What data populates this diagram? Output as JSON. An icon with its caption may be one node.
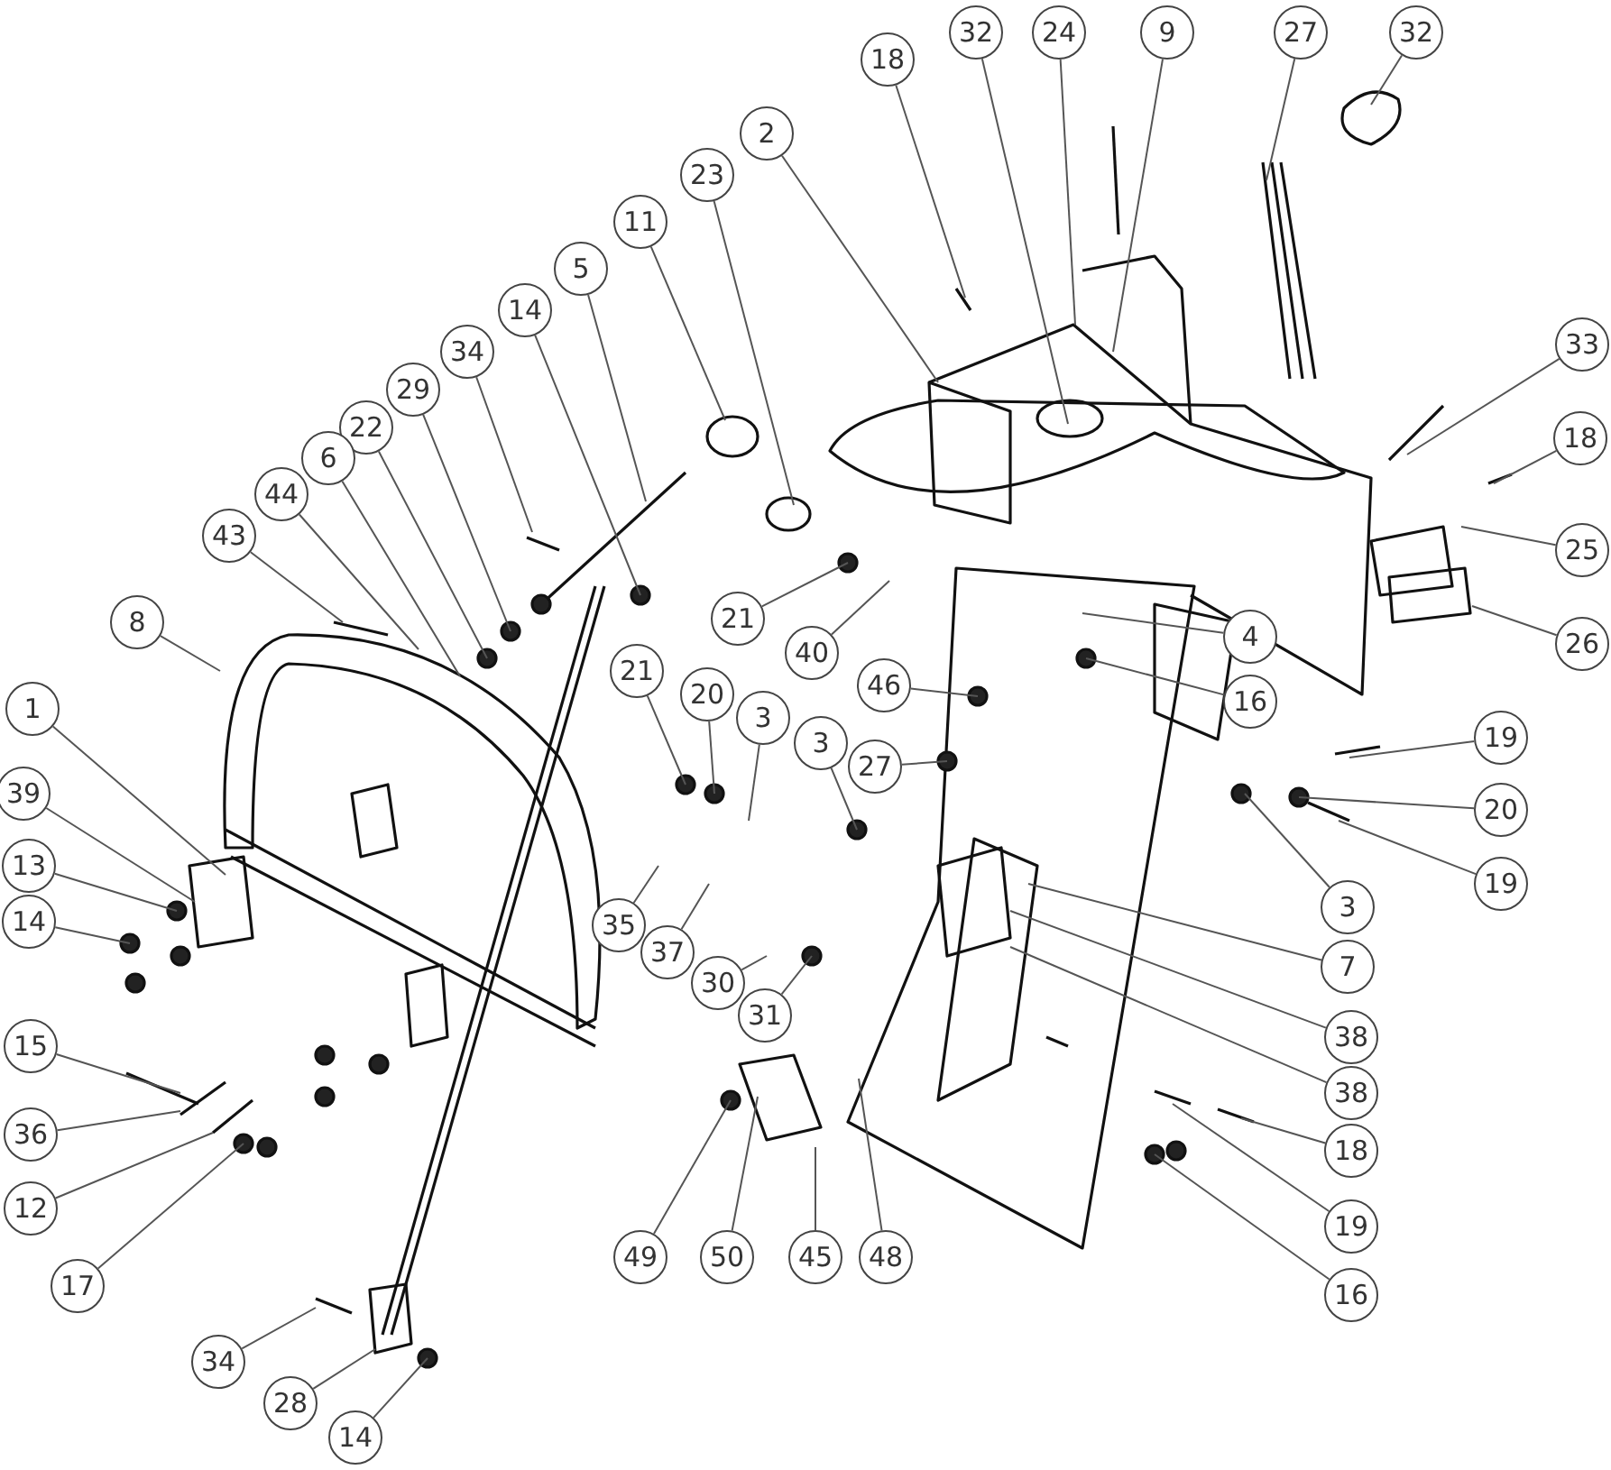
{
  "diagram": {
    "nodes": [
      {
        "text": [
          "18"
        ]
      },
      {
        "text": [
          "32"
        ]
      },
      {
        "text": [
          "24"
        ]
      },
      {
        "text": [
          "9"
        ]
      },
      {
        "text": [
          "27"
        ]
      },
      {
        "text": [
          "32"
        ]
      },
      {
        "text": [
          "2"
        ]
      },
      {
        "text": [
          "23"
        ]
      },
      {
        "text": [
          "11"
        ]
      },
      {
        "text": [
          "5"
        ]
      },
      {
        "text": [
          "14"
        ]
      },
      {
        "text": [
          "34"
        ]
      },
      {
        "text": [
          "33"
        ]
      },
      {
        "text": [
          "29"
        ]
      },
      {
        "text": [
          "22"
        ]
      },
      {
        "text": [
          "6"
        ]
      },
      {
        "text": [
          "18"
        ]
      },
      {
        "text": [
          "44"
        ]
      },
      {
        "text": [
          "43"
        ]
      },
      {
        "text": [
          "25"
        ]
      },
      {
        "text": [
          "21"
        ]
      },
      {
        "text": [
          "40"
        ]
      },
      {
        "text": [
          "26"
        ]
      },
      {
        "text": [
          "4"
        ]
      },
      {
        "text": [
          "8"
        ]
      },
      {
        "text": [
          "16"
        ]
      },
      {
        "text": [
          "46"
        ]
      },
      {
        "text": [
          "21"
        ]
      },
      {
        "text": [
          "20"
        ]
      },
      {
        "text": [
          "1"
        ]
      },
      {
        "text": [
          "3"
        ]
      },
      {
        "text": [
          "3"
        ]
      },
      {
        "text": [
          "27"
        ]
      },
      {
        "text": [
          "19"
        ]
      },
      {
        "text": [
          "20"
        ]
      },
      {
        "text": [
          "39"
        ]
      },
      {
        "text": [
          "19"
        ]
      },
      {
        "text": [
          "3"
        ]
      },
      {
        "text": [
          "13"
        ]
      },
      {
        "text": [
          "14"
        ]
      },
      {
        "text": [
          "7"
        ]
      },
      {
        "text": [
          "35"
        ]
      },
      {
        "text": [
          "37"
        ]
      },
      {
        "text": [
          "30"
        ]
      },
      {
        "text": [
          "31"
        ]
      },
      {
        "text": [
          "38"
        ]
      },
      {
        "text": [
          "15"
        ]
      },
      {
        "text": [
          "38"
        ]
      },
      {
        "text": [
          "18"
        ]
      },
      {
        "text": [
          "36"
        ]
      },
      {
        "text": [
          "12"
        ]
      },
      {
        "text": [
          "19"
        ]
      },
      {
        "text": [
          "49"
        ]
      },
      {
        "text": [
          "50"
        ]
      },
      {
        "text": [
          "45"
        ]
      },
      {
        "text": [
          "48"
        ]
      },
      {
        "text": [
          "17"
        ]
      },
      {
        "text": [
          "16"
        ]
      },
      {
        "text": [
          "34"
        ]
      },
      {
        "text": [
          "28"
        ]
      },
      {
        "text": [
          "14"
        ]
      }
    ],
    "edges": [
      {
        "from": 0,
        "to": null,
        "arrow": "none"
      },
      {
        "from": 1,
        "to": null,
        "arrow": "none"
      },
      {
        "from": 2,
        "to": null,
        "arrow": "none"
      },
      {
        "from": 3,
        "to": null,
        "arrow": "none"
      },
      {
        "from": 4,
        "to": null,
        "arrow": "none"
      },
      {
        "from": 5,
        "to": null,
        "arrow": "none"
      },
      {
        "from": 6,
        "to": null,
        "arrow": "none"
      },
      {
        "from": 7,
        "to": null,
        "arrow": "none"
      },
      {
        "from": 8,
        "to": null,
        "arrow": "none"
      },
      {
        "from": 9,
        "to": null,
        "arrow": "none"
      },
      {
        "from": 10,
        "to": null,
        "arrow": "none"
      },
      {
        "from": 11,
        "to": null,
        "arrow": "none"
      },
      {
        "from": 12,
        "to": null,
        "arrow": "none"
      },
      {
        "from": 13,
        "to": null,
        "arrow": "none"
      },
      {
        "from": 14,
        "to": null,
        "arrow": "none"
      },
      {
        "from": 15,
        "to": null,
        "arrow": "none"
      },
      {
        "from": 16,
        "to": null,
        "arrow": "none"
      },
      {
        "from": 17,
        "to": null,
        "arrow": "none"
      },
      {
        "from": 18,
        "to": null,
        "arrow": "none"
      },
      {
        "from": 19,
        "to": null,
        "arrow": "none"
      },
      {
        "from": 20,
        "to": null,
        "arrow": "none"
      },
      {
        "from": 21,
        "to": null,
        "arrow": "none"
      },
      {
        "from": 22,
        "to": null,
        "arrow": "none"
      },
      {
        "from": 23,
        "to": null,
        "arrow": "none"
      },
      {
        "from": 24,
        "to": null,
        "arrow": "none"
      },
      {
        "from": 25,
        "to": null,
        "arrow": "none"
      },
      {
        "from": 26,
        "to": null,
        "arrow": "none"
      },
      {
        "from": 27,
        "to": null,
        "arrow": "none"
      },
      {
        "from": 28,
        "to": null,
        "arrow": "none"
      },
      {
        "from": 29,
        "to": null,
        "arrow": "none"
      },
      {
        "from": 30,
        "to": null,
        "arrow": "none"
      },
      {
        "from": 31,
        "to": null,
        "arrow": "none"
      },
      {
        "from": 32,
        "to": null,
        "arrow": "none"
      },
      {
        "from": 33,
        "to": null,
        "arrow": "none"
      },
      {
        "from": 34,
        "to": null,
        "arrow": "none"
      },
      {
        "from": 35,
        "to": null,
        "arrow": "none"
      },
      {
        "from": 36,
        "to": null,
        "arrow": "none"
      },
      {
        "from": 37,
        "to": null,
        "arrow": "none"
      },
      {
        "from": 38,
        "to": null,
        "arrow": "none"
      },
      {
        "from": 39,
        "to": null,
        "arrow": "none"
      },
      {
        "from": 40,
        "to": null,
        "arrow": "none"
      },
      {
        "from": 41,
        "to": null,
        "arrow": "none"
      },
      {
        "from": 42,
        "to": null,
        "arrow": "none"
      },
      {
        "from": 43,
        "to": null,
        "arrow": "none"
      },
      {
        "from": 44,
        "to": null,
        "arrow": "none"
      },
      {
        "from": 45,
        "to": null,
        "arrow": "none"
      },
      {
        "from": 46,
        "to": null,
        "arrow": "none"
      },
      {
        "from": 47,
        "to": null,
        "arrow": "none"
      },
      {
        "from": 48,
        "to": null,
        "arrow": "none"
      },
      {
        "from": 49,
        "to": null,
        "arrow": "none"
      },
      {
        "from": 50,
        "to": null,
        "arrow": "none"
      },
      {
        "from": 51,
        "to": null,
        "arrow": "none"
      },
      {
        "from": 52,
        "to": null,
        "arrow": "none"
      },
      {
        "from": 53,
        "to": null,
        "arrow": "none"
      },
      {
        "from": 54,
        "to": null,
        "arrow": "none"
      },
      {
        "from": 55,
        "to": null,
        "arrow": "none"
      },
      {
        "from": 56,
        "to": null,
        "arrow": "none"
      },
      {
        "from": 57,
        "to": null,
        "arrow": "none"
      },
      {
        "from": 58,
        "to": null,
        "arrow": "none"
      },
      {
        "from": 59,
        "to": null,
        "arrow": "none"
      },
      {
        "from": 60,
        "to": null,
        "arrow": "none"
      }
    ]
  }
}
